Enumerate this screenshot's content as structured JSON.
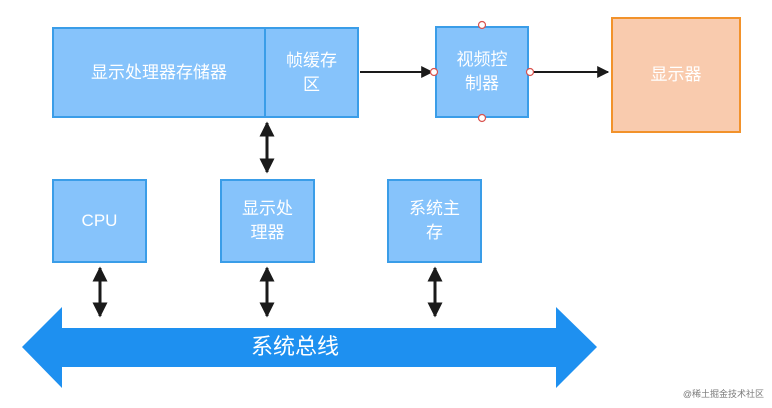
{
  "boxes": {
    "memory": "显示处理器存储器",
    "frame_buffer": "帧缓存\n区",
    "video_controller": "视频控\n制器",
    "display": "显示器",
    "cpu": "CPU",
    "gpu": "显示处\n理器",
    "system_memory": "系统主\n存"
  },
  "bus": {
    "label": "系统总线"
  },
  "watermark": "@稀土掘金技术社区",
  "colors": {
    "box_fill": "#86c3fb",
    "box_border": "#3a9de8",
    "display_fill": "#f9cbae",
    "display_border": "#f2922b",
    "bus_fill": "#1e90f0",
    "arrow": "#1a1a1a"
  }
}
